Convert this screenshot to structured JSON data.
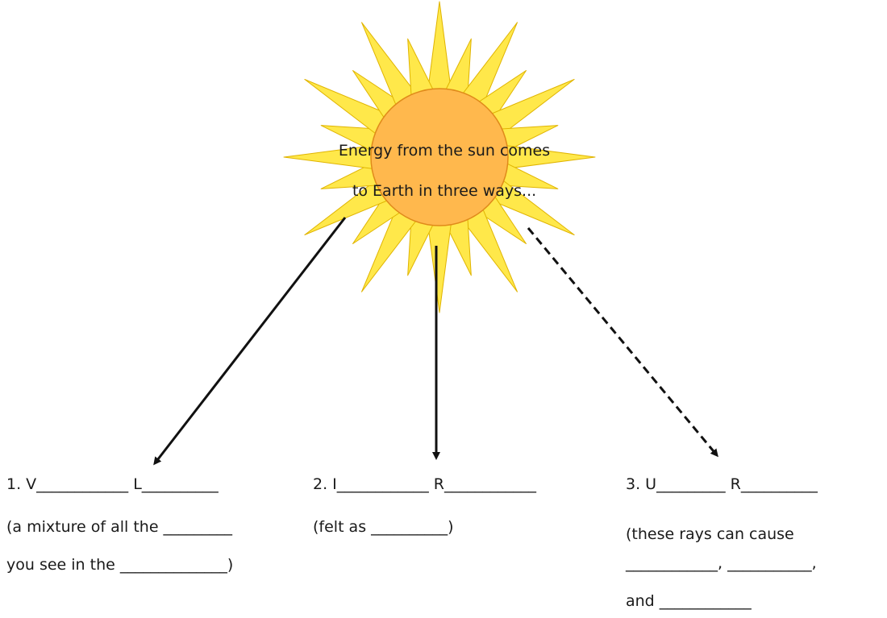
{
  "sun": {
    "line1": "Energy from the sun comes",
    "line2": "to Earth in three ways..."
  },
  "columns": [
    {
      "heading": "1. V____________ L__________",
      "lines": [
        "(a mixture of all the _________",
        "you see in the ______________)"
      ],
      "arrow_style": "solid"
    },
    {
      "heading": "2. I____________ R____________",
      "lines": [
        "(felt as __________)"
      ],
      "arrow_style": "solid"
    },
    {
      "heading": "3. U_________ R__________",
      "lines": [
        "(these rays can cause",
        "____________, ___________,",
        "and ____________"
      ],
      "arrow_style": "dashed"
    }
  ],
  "colors": {
    "ray_fill": "#ffe84a",
    "ray_stroke": "#e0b400",
    "core_fill": "#ffb84d",
    "core_stroke": "#e08a1a",
    "arrow": "#111111"
  }
}
